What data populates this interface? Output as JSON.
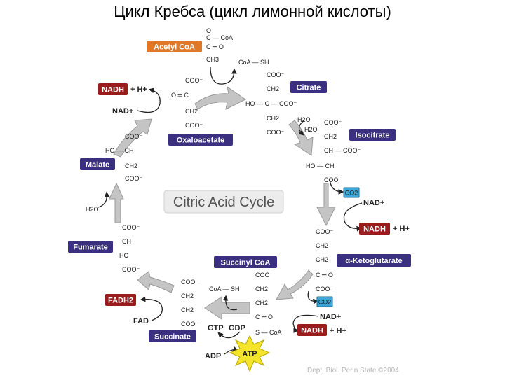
{
  "title": "Цикл Кребса (цикл лимонной кислоты)",
  "center_label": "Citric Acid Cycle",
  "credit": "Dept. Biol. Penn State ©2004",
  "colors": {
    "compound": "#3b2f80",
    "acetyl": "#e0782a",
    "cofactor": "#9a1c1c",
    "co2": "#3fa6d8",
    "atp": "#f5e52a",
    "arrow": "#c4c4c4"
  },
  "compounds": {
    "acetyl_coa": "Acetyl CoA",
    "citrate": "Citrate",
    "isocitrate": "Isocitrate",
    "alpha_ketoglutarate": "α-Ketoglutarate",
    "succinyl_coa": "Succinyl CoA",
    "succinate": "Succinate",
    "fumarate": "Fumarate",
    "malate": "Malate",
    "oxaloacetate": "Oxaloacetate"
  },
  "cofactors": {
    "nadh_1": "NADH",
    "nadh_1_h": "+ H+",
    "nad_1": "NAD+",
    "nadh_2": "NADH",
    "nadh_2_h": "+ H+",
    "nad_2": "NAD+",
    "nadh_3": "NADH",
    "nadh_3_h": "+ H+",
    "nad_3": "NAD+",
    "fadh2": "FADH2",
    "fad": "FAD",
    "gtp": "GTP",
    "gdp": "GDP",
    "adp": "ADP",
    "atp": "ATP",
    "co2_1": "CO2",
    "co2_2": "CO2",
    "h2o_citrate_1": "H2O",
    "h2o_citrate_2": "H2O",
    "h2o_fumarate": "H2O",
    "coa_sh_1": "CoA — SH",
    "coa_sh_2": "CoA — SH"
  },
  "structures": {
    "acetyl": [
      "O",
      "C — CoA",
      "C ═ O",
      "CH3"
    ],
    "oxaloacetate": [
      "COO⁻",
      "O ═ C",
      "CH2",
      "COO⁻"
    ],
    "citrate": [
      "COO⁻",
      "CH2",
      "HO — C — COO⁻",
      "CH2",
      "COO⁻"
    ],
    "isocitrate": [
      "COO⁻",
      "CH2",
      "CH — COO⁻",
      "HO — CH",
      "COO⁻"
    ],
    "akg": [
      "COO⁻",
      "CH2",
      "CH2",
      "C ═ O",
      "COO⁻"
    ],
    "succinyl": [
      "COO⁻",
      "CH2",
      "CH2",
      "C ═ O",
      "S — CoA"
    ],
    "succinate": [
      "COO⁻",
      "CH2",
      "CH2",
      "COO⁻"
    ],
    "fumarate": [
      "COO⁻",
      "CH",
      "HC",
      "COO⁻"
    ],
    "malate": [
      "COO⁻",
      "HO — CH",
      "CH2",
      "COO⁻"
    ]
  }
}
